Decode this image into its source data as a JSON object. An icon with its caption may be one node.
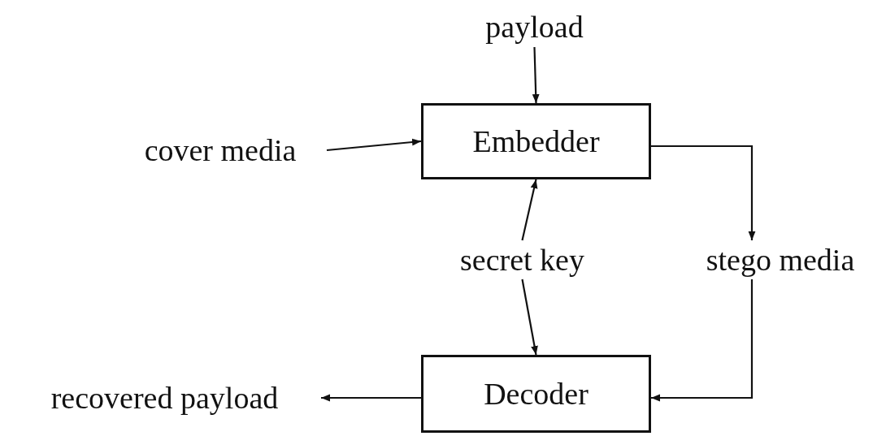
{
  "diagram": {
    "nodes": [
      {
        "text": [
          "payload"
        ]
      },
      {
        "text": [
          "Embedder"
        ]
      },
      {
        "text": [
          "cover media"
        ]
      },
      {
        "text": [
          "secret key"
        ]
      },
      {
        "text": [
          "stego media"
        ]
      },
      {
        "text": [
          "Decoder"
        ]
      },
      {
        "text": [
          "recovered payload"
        ]
      }
    ],
    "edges": [
      {
        "from": 0,
        "to": 1,
        "arrow": "to"
      },
      {
        "from": 2,
        "to": 1,
        "arrow": "to"
      },
      {
        "from": 3,
        "to": 1,
        "arrow": "to"
      },
      {
        "from": 3,
        "to": 5,
        "arrow": "to"
      },
      {
        "from": 1,
        "to": 4,
        "arrow": "to"
      },
      {
        "from": 4,
        "to": 5,
        "arrow": "to"
      },
      {
        "from": 5,
        "to": 6,
        "arrow": "to"
      }
    ]
  }
}
